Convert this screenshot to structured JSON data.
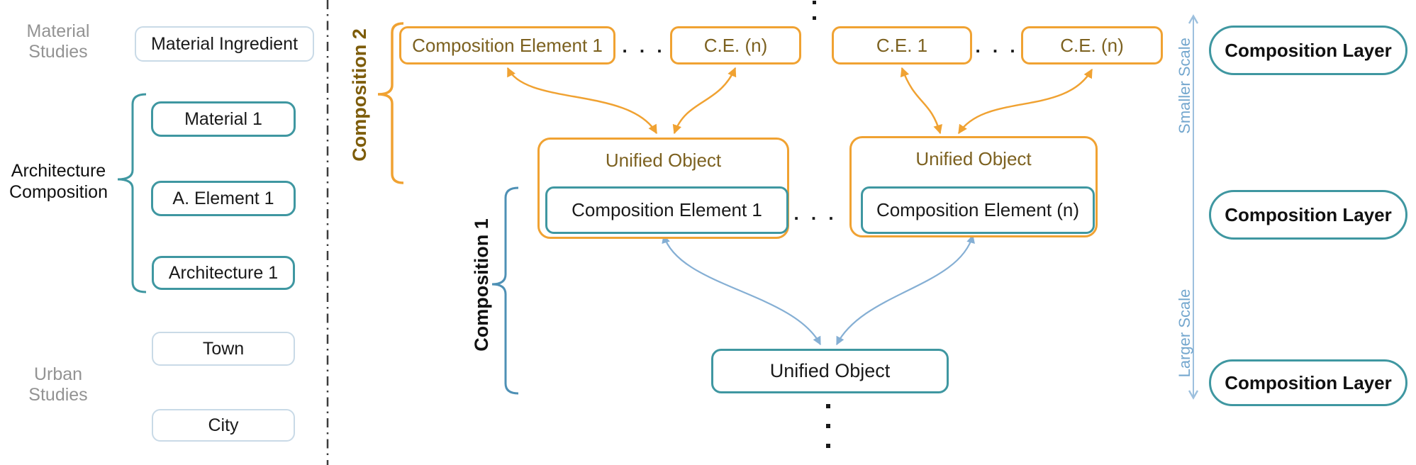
{
  "colors": {
    "orange": "#F0A232",
    "teal": "#3F97A1",
    "light_border": "#C9DAE7",
    "brown": "#7C6120",
    "comp2_text": "#7D5C0A",
    "gray": "#939393",
    "black": "#1A1A1A",
    "blue_arrow": "#85AFD4",
    "comp1_brace": "#4E90B5",
    "scale_line": "#9DC0DE",
    "scale_text": "#74A7CE",
    "divider": "#3C3C3C"
  },
  "left": {
    "group_top_label": [
      "Material",
      "Studies"
    ],
    "material_ingredient": "Material Ingredient",
    "brace_label": [
      "Architecture",
      "Composition"
    ],
    "material_1": "Material 1",
    "a_element_1": "A. Element 1",
    "architecture_1": "Architecture 1",
    "group_bottom_label": [
      "Urban",
      "Studies"
    ],
    "town": "Town",
    "city": "City"
  },
  "center": {
    "composition_2": "Composition 2",
    "composition_1": "Composition 1",
    "top_boxes": [
      "Composition Element 1",
      "C.E. (n)",
      "C.E. 1",
      "C.E. (n)"
    ],
    "ellipsis": ". . .",
    "ellipsis_vertical": "...",
    "unified_title": "Unified Object",
    "inner_elements": [
      "Composition Element 1",
      "Composition Element (n)"
    ],
    "bottom_unified": "Unified Object"
  },
  "right": {
    "smaller_scale": "Smaller Scale",
    "larger_scale": "Larger Scale",
    "layers": [
      "Composition Layer",
      "Composition Layer",
      "Composition Layer"
    ]
  }
}
